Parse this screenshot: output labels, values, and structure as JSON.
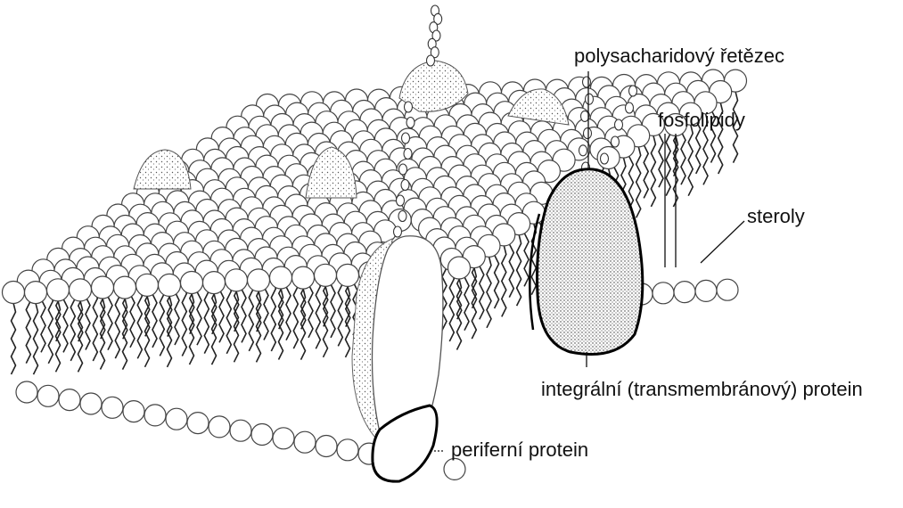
{
  "labels": {
    "polysaccharide_chain": "polysacharidový řetězec",
    "phospholipids": "fosfolipidy",
    "sterols": "steroly",
    "integral_protein": "integrální (transmembránový) protein",
    "peripheral_protein": "periferní protein"
  },
  "colors": {
    "ink": "#111111",
    "head_outline": "#444444",
    "background": "#ffffff"
  }
}
